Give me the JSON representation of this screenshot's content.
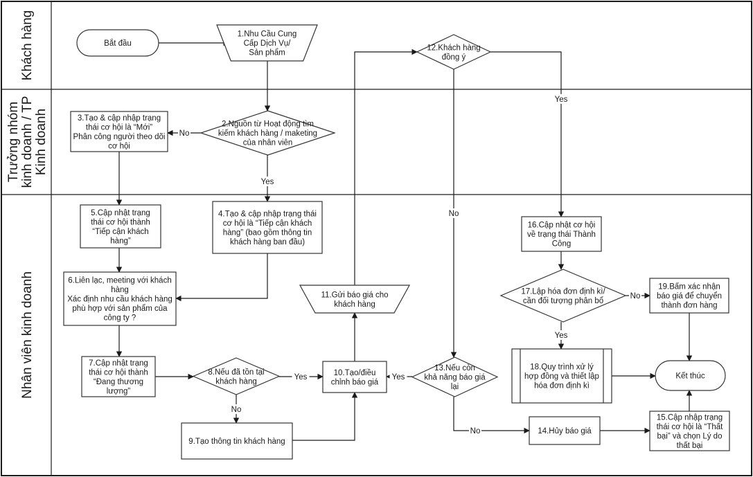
{
  "diagram": {
    "type": "swimlane-flowchart",
    "lanes": [
      {
        "id": "customer",
        "title_lines": [
          "Khách hàng"
        ]
      },
      {
        "id": "lead",
        "title_lines": [
          "Trưởng nhóm",
          "kinh doanh / TP",
          "Kinh doanh"
        ]
      },
      {
        "id": "sales",
        "title_lines": [
          "Nhân viên kinh doanh"
        ]
      }
    ],
    "nodes": [
      {
        "id": "start",
        "shape": "terminal",
        "lines": [
          "Bắt đầu"
        ]
      },
      {
        "id": "n1",
        "shape": "manual-operation",
        "lines": [
          "1.Nhu Cầu Cung",
          "Cấp Dịch Vụ/",
          "Sản phẩm"
        ]
      },
      {
        "id": "n2",
        "shape": "decision",
        "lines": [
          "2.Nguồn từ Hoạt động tìm",
          "kiếm khách hàng / maketing",
          "của nhân viên"
        ]
      },
      {
        "id": "n3",
        "shape": "process",
        "lines": [
          "3.Tạo & cập nhập trạng",
          "thái cơ hội là “Mới”",
          "Phân công người theo dõi",
          "cơ hội"
        ]
      },
      {
        "id": "n4",
        "shape": "process",
        "lines": [
          "4.Tạo & cập nhập trạng thái",
          "cơ hội là “Tiếp cận khách",
          "hàng” (bao gồm thông tin",
          "khách hàng ban đầu)"
        ]
      },
      {
        "id": "n5",
        "shape": "process",
        "lines": [
          "5.Cập nhật trạng",
          "thái cơ hội thành",
          "“Tiếp cận khách",
          "hàng”"
        ]
      },
      {
        "id": "n6",
        "shape": "process",
        "lines": [
          "6.Liên lạc, meeting với khách",
          "hàng",
          "Xác định nhu cầu khách hàng",
          "phù hợp với sản phẩm của",
          "công ty ?"
        ]
      },
      {
        "id": "n7",
        "shape": "process",
        "lines": [
          "7.Cập nhật trạng",
          "thái cơ hội thành",
          "“Đang thương",
          "lượng”"
        ]
      },
      {
        "id": "n8",
        "shape": "decision",
        "lines": [
          "8.Nếu đã tồn tại",
          "khách hàng"
        ]
      },
      {
        "id": "n9",
        "shape": "process",
        "lines": [
          "9.Tạo thông tin khách hàng"
        ]
      },
      {
        "id": "n10",
        "shape": "process",
        "lines": [
          "10.Tạo/điều",
          "chỉnh báo giá"
        ]
      },
      {
        "id": "n11",
        "shape": "manual-operation",
        "lines": [
          "11.Gửi báo giá cho",
          "khách hàng"
        ]
      },
      {
        "id": "n12",
        "shape": "decision",
        "lines": [
          "12.Khách hàng",
          "đồng ý"
        ]
      },
      {
        "id": "n13",
        "shape": "decision",
        "lines": [
          "13.Nếu còn",
          "khả năng báo giá",
          "lại"
        ]
      },
      {
        "id": "n14",
        "shape": "process",
        "lines": [
          "14.Hủy báo giá"
        ]
      },
      {
        "id": "n15",
        "shape": "process",
        "lines": [
          "15.Cập nhập trạng",
          "thái cơ hội là “Thất",
          "bại” và chọn Lý do",
          "thất bại"
        ]
      },
      {
        "id": "n16",
        "shape": "process",
        "lines": [
          "16.Cập nhật cơ hội",
          "về trạng thái Thành",
          "Công"
        ]
      },
      {
        "id": "n17",
        "shape": "decision",
        "lines": [
          "17.Lập hóa đơn định kì/",
          "cần đối tượng phân bổ"
        ]
      },
      {
        "id": "n18",
        "shape": "predefined-process",
        "lines": [
          "18.Quy trình xử lý",
          "hợp đồng và thiết lập",
          "hóa đơn định kì"
        ]
      },
      {
        "id": "n19",
        "shape": "process",
        "lines": [
          "19.Bấm xác nhận",
          "báo giá để chuyển",
          "thành đơn hàng"
        ]
      },
      {
        "id": "end",
        "shape": "terminal",
        "lines": [
          "Kết thúc"
        ]
      }
    ],
    "edges": [
      {
        "from": "start",
        "to": "n1",
        "label": ""
      },
      {
        "from": "n1",
        "to": "n2",
        "label": ""
      },
      {
        "from": "n2",
        "to": "n3",
        "label": "No"
      },
      {
        "from": "n2",
        "to": "n4",
        "label": "Yes"
      },
      {
        "from": "n3",
        "to": "n5",
        "label": ""
      },
      {
        "from": "n4",
        "to": "n6",
        "label": ""
      },
      {
        "from": "n5",
        "to": "n6",
        "label": ""
      },
      {
        "from": "n6",
        "to": "n7",
        "label": ""
      },
      {
        "from": "n7",
        "to": "n8",
        "label": ""
      },
      {
        "from": "n8",
        "to": "n10",
        "label": "Yes"
      },
      {
        "from": "n8",
        "to": "n9",
        "label": "No"
      },
      {
        "from": "n9",
        "to": "n10",
        "label": ""
      },
      {
        "from": "n10",
        "to": "n11",
        "label": ""
      },
      {
        "from": "n11",
        "to": "n12",
        "label": ""
      },
      {
        "from": "n12",
        "to": "n16",
        "label": "Yes"
      },
      {
        "from": "n12",
        "to": "n13",
        "label": "No"
      },
      {
        "from": "n13",
        "to": "n10",
        "label": "Yes"
      },
      {
        "from": "n13",
        "to": "n14",
        "label": "No"
      },
      {
        "from": "n14",
        "to": "n15",
        "label": ""
      },
      {
        "from": "n15",
        "to": "end",
        "label": ""
      },
      {
        "from": "n16",
        "to": "n17",
        "label": ""
      },
      {
        "from": "n17",
        "to": "n19",
        "label": "No"
      },
      {
        "from": "n17",
        "to": "n18",
        "label": "Yes"
      },
      {
        "from": "n18",
        "to": "end",
        "label": ""
      },
      {
        "from": "n19",
        "to": "end",
        "label": ""
      }
    ]
  },
  "colors": {
    "line": "#1a1a1a",
    "fill": "#ffffff",
    "border": "#333333"
  }
}
